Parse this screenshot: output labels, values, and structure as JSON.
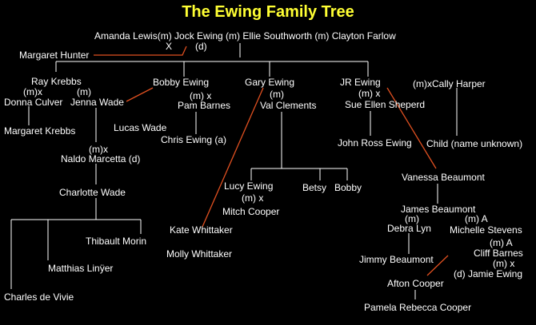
{
  "title": "The Ewing Family Tree",
  "colors": {
    "background": "#000000",
    "title": "#ffff33",
    "text": "#ffffff",
    "line": "#ffffff",
    "affair_line": "#e05020"
  },
  "labels": {
    "top_row": "Amanda Lewis(m) Jock Ewing (m) Ellie Southworth (m) Clayton Farlow",
    "x_mark": "X",
    "d_mark": "(d)",
    "margaret_hunter": "Margaret Hunter",
    "ray_krebbs": "Ray Krebbs",
    "ray_mx": "(m)x",
    "ray_m": "(m)",
    "donna_culver": "Donna Culver",
    "jenna_wade": "Jenna Wade",
    "margaret_krebbs": "Margaret Krebbs",
    "naldo_mx": "(m)x",
    "naldo_marcetta": "Naldo Marcetta (d)",
    "charlotte_wade": "Charlotte Wade",
    "thibault_morin": "Thibault Morin",
    "matthias_linyer": "Matthias Linÿer",
    "charles_de_vivie": "Charles de Vivie",
    "bobby_ewing": "Bobby Ewing",
    "bobby_mx": "(m)  x",
    "pam_barnes": "Pam Barnes",
    "lucas_wade": "Lucas Wade",
    "chris_ewing": "Chris Ewing (a)",
    "gary_ewing": "Gary Ewing",
    "gary_m": "(m)",
    "val_clements": "Val Clements",
    "lucy_ewing": "Lucy Ewing",
    "lucy_mx": "(m) x",
    "mitch_cooper": "Mitch Cooper",
    "betsy": "Betsy",
    "bobby_child": "Bobby",
    "kate_whittaker": "Kate Whittaker",
    "molly_whittaker": "Molly Whittaker",
    "jr_ewing": "JR Ewing",
    "jr_mx_cally": "(m)xCally Harper",
    "jr_mx": "(m)  x",
    "sue_ellen": "Sue Ellen Sheperd",
    "john_ross": "John Ross Ewing",
    "child_unknown": "Child (name unknown)",
    "vanessa_beaumont": "Vanessa Beaumont",
    "james_beaumont": "James Beaumont",
    "james_m": "(m)",
    "james_ma": "(m) A",
    "debra_lyn": "Debra Lyn",
    "michelle_stevens": "Michelle Stevens",
    "cliff_ma": "(m) A",
    "cliff_barnes": "Cliff Barnes",
    "cliff_mx": "(m) x",
    "jamie_ewing": "(d) Jamie Ewing",
    "jimmy_beaumont": "Jimmy Beaumont",
    "afton_cooper": "Afton Cooper",
    "pamela_rebecca": "Pamela Rebecca Cooper"
  }
}
